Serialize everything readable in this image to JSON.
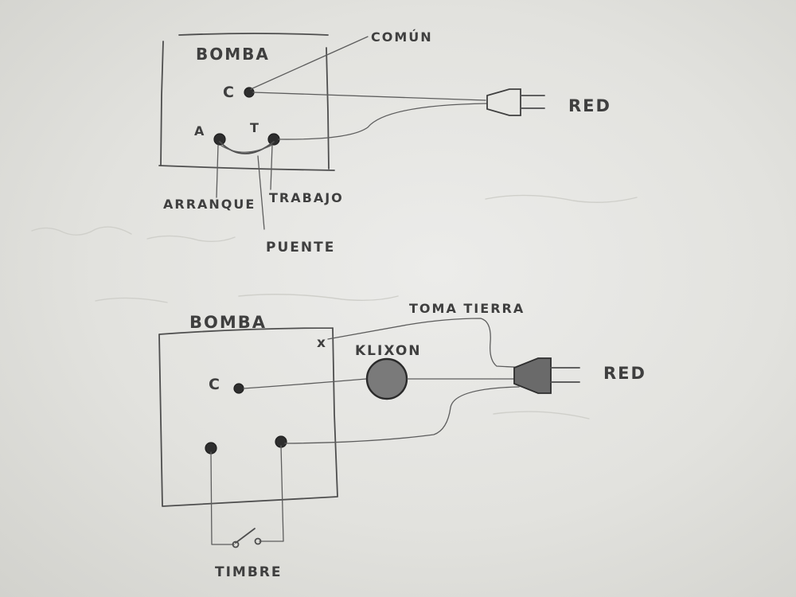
{
  "top_diagram": {
    "title": "BOMBA",
    "terminal_c": "C",
    "terminal_a": "A",
    "terminal_t": "T",
    "label_comun": "COMÚN",
    "label_red": "RED",
    "label_arranque": "ARRANQUE",
    "label_trabajo": "TRABAJO",
    "label_puente": "PUENTE"
  },
  "bottom_diagram": {
    "title": "BOMBA",
    "terminal_c": "C",
    "mark_x": "x",
    "label_klixon": "KLIXON",
    "label_toma_tierra": "TOMA TIERRA",
    "label_red": "RED",
    "label_timbre": "TIMBRE"
  }
}
